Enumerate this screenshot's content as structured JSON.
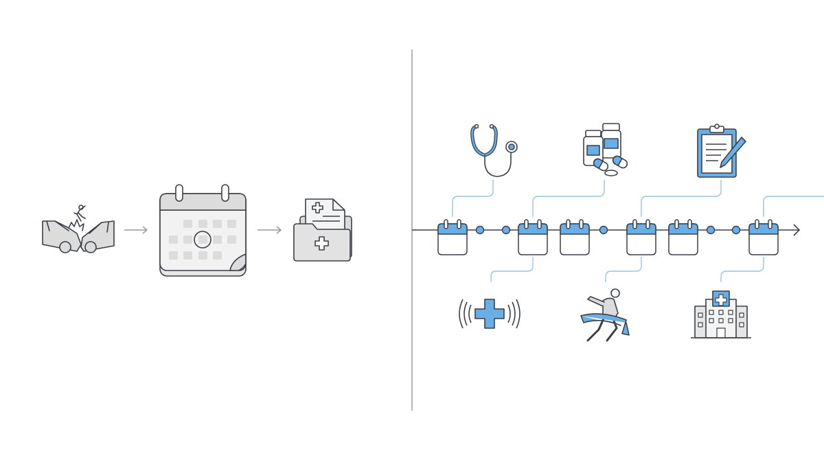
{
  "colors": {
    "background": "#ffffff",
    "stroke": "#3a3f47",
    "gray_fill": "#dcdcdc",
    "light_gray": "#e6e6e6",
    "accent_blue": "#6aaee6",
    "connector_blue": "#9cc4de",
    "divider": "#9a9a9a",
    "arrow_gray": "#9a9a9a"
  },
  "left_panel": {
    "sequence": [
      "car-crash-icon",
      "calendar-icon",
      "medical-folder-icon"
    ]
  },
  "right_panel": {
    "timeline_markers": [
      "calendar",
      "dot",
      "dot",
      "calendar",
      "calendar",
      "dot",
      "calendar",
      "calendar",
      "dot",
      "dot",
      "calendar"
    ],
    "top_icons": [
      "stethoscope-icon",
      "medicine-bottles-icon",
      "clipboard-icon"
    ],
    "bottom_icons": [
      "medical-cross-signal-icon",
      "physical-therapy-icon",
      "hospital-icon"
    ]
  }
}
